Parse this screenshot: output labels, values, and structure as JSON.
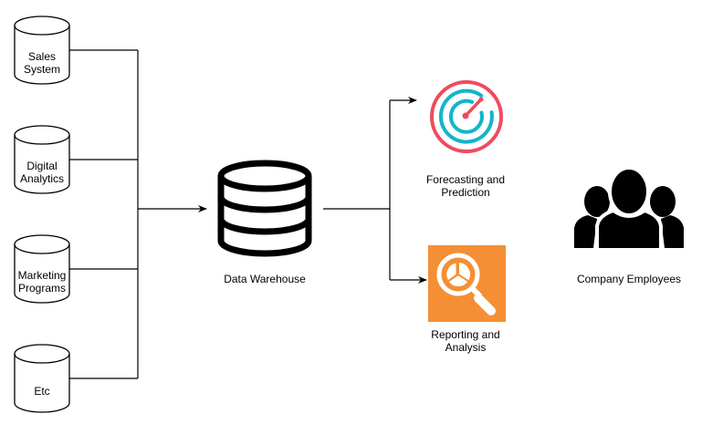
{
  "diagram": {
    "type": "data-flow",
    "sources": [
      {
        "id": "sales",
        "label_lines": [
          "Sales",
          "System"
        ],
        "icon": "database-cylinder-icon"
      },
      {
        "id": "digital",
        "label_lines": [
          "Digital",
          "Analytics"
        ],
        "icon": "database-cylinder-icon"
      },
      {
        "id": "marketing",
        "label_lines": [
          "Marketing",
          "Programs"
        ],
        "icon": "database-cylinder-icon"
      },
      {
        "id": "etc",
        "label_lines": [
          "Etc"
        ],
        "icon": "database-cylinder-icon"
      }
    ],
    "warehouse": {
      "label": "Data Warehouse",
      "icon": "database-stack-icon"
    },
    "outputs": [
      {
        "id": "forecast",
        "label_lines": [
          "Forecasting and",
          "Prediction"
        ],
        "icon": "target-radar-icon",
        "colors": {
          "outer": "#EF4B5F",
          "inner": "#12B5CB"
        }
      },
      {
        "id": "reporting",
        "label_lines": [
          "Reporting and",
          "Analysis"
        ],
        "icon": "magnifier-pie-chart-icon",
        "colors": {
          "background": "#F58F35",
          "foreground": "#FFFFFF"
        }
      }
    ],
    "consumer": {
      "label": "Company Employees",
      "icon": "people-group-icon"
    },
    "edges": [
      {
        "from": "sales",
        "to": "warehouse"
      },
      {
        "from": "digital",
        "to": "warehouse"
      },
      {
        "from": "marketing",
        "to": "warehouse"
      },
      {
        "from": "etc",
        "to": "warehouse"
      },
      {
        "from": "warehouse",
        "to": "forecast"
      },
      {
        "from": "warehouse",
        "to": "reporting"
      }
    ],
    "line_color": "#000000"
  }
}
